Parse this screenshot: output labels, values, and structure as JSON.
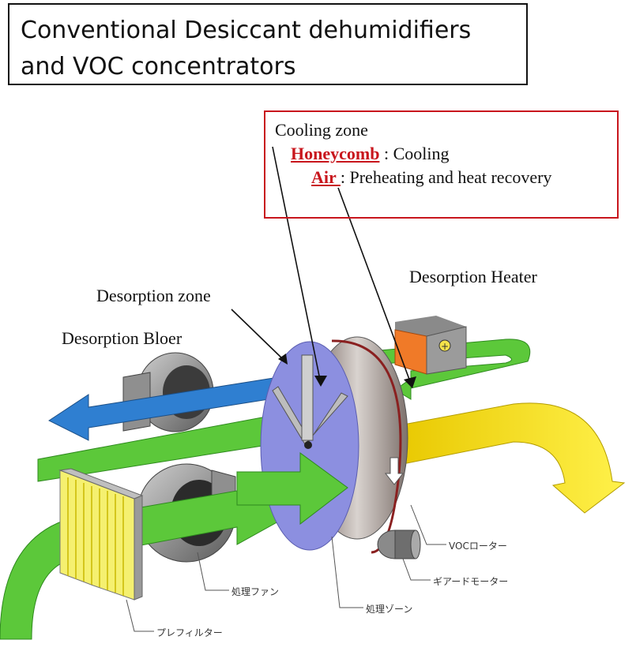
{
  "title": {
    "line1": "Conventional Desiccant dehumidifiers",
    "line2": "and VOC concentrators"
  },
  "legend": {
    "heading": "Cooling zone",
    "honeycomb_term": "Honeycomb",
    "honeycomb_desc": " : Cooling",
    "air_term": "Air ",
    "air_desc": ": Preheating and heat recovery"
  },
  "labels": {
    "desorption_heater": "Desorption Heater",
    "desorption_zone": "Desorption zone",
    "desorption_blower": "Desorption Bloer"
  },
  "component_labels_jp": {
    "voc_rotor": "VOCローター",
    "geared_motor": "ギアードモーター",
    "process_fan": "処理ファン",
    "process_zone": "処理ゾーン",
    "pre_filter": "プレフィルター"
  },
  "colors": {
    "process_air": "#5cc83a",
    "desorption_exhaust": "#2f7fd1",
    "clean_air_out": "#f2e21a",
    "rotor_face": "#8c8fe0",
    "heater": "#f07a28",
    "legend_border": "#c8161d"
  }
}
